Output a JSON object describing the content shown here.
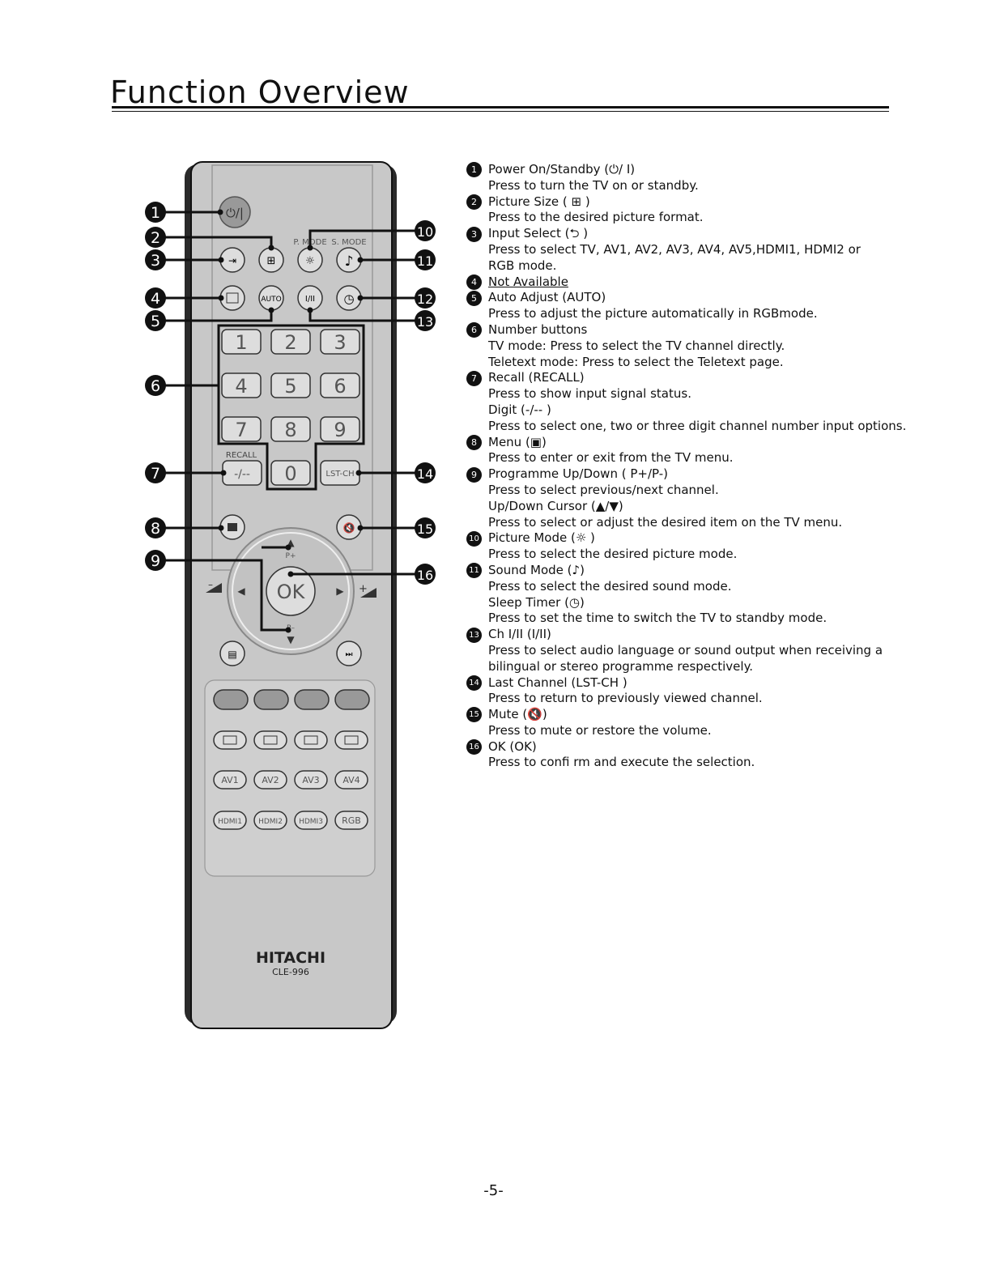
{
  "title": "Function Overview",
  "page_number": "-5-",
  "remote": {
    "brand": "HITACHI",
    "model": "CLE-996",
    "labels": {
      "p_mode": "P. MODE",
      "s_mode": "S. MODE",
      "recall": "RECALL",
      "ok": "OK",
      "p_plus": "P+",
      "p_minus": "P–",
      "auto": "AUTO",
      "ch": "I/II",
      "digit": "-/--",
      "lst_ch": "LST-CH"
    },
    "digits": [
      "1",
      "2",
      "3",
      "4",
      "5",
      "6",
      "7",
      "8",
      "9",
      "0"
    ],
    "av_buttons": [
      "AV1",
      "AV2",
      "AV3",
      "AV4"
    ],
    "hdmi_buttons": [
      "HDMI1",
      "HDMI2",
      "HDMI3",
      "RGB"
    ],
    "callouts": [
      "1",
      "2",
      "3",
      "4",
      "5",
      "6",
      "7",
      "8",
      "9",
      "10",
      "11",
      "12",
      "13",
      "14",
      "15",
      "16"
    ]
  },
  "descriptions": [
    {
      "num": "1",
      "title": "Power On/Standby (⏻/ I)",
      "lines": [
        "Press to turn the TV on or standby."
      ]
    },
    {
      "num": "2",
      "title": "Picture Size ( ⊞ )",
      "lines": [
        "Press to the desired picture format."
      ]
    },
    {
      "num": "3",
      "title": "Input Select (⮌ )",
      "lines": [
        "Press to select TV, AV1, AV2, AV3, AV4, AV5,HDMI1, HDMI2 or",
        "RGB mode."
      ]
    },
    {
      "num": "4",
      "title": "Not Available",
      "lines": []
    },
    {
      "num": "5",
      "title": "Auto Adjust (AUTO)",
      "lines": [
        "Press to adjust the picture automatically in RGBmode."
      ]
    },
    {
      "num": "6",
      "title": "Number buttons",
      "lines": [
        "TV mode: Press to select the TV channel directly.",
        "Teletext mode: Press to select the Teletext page."
      ]
    },
    {
      "num": "7",
      "title": "Recall (RECALL)",
      "lines": [
        "Press to show input signal status.",
        "Digit (-/-- )",
        "Press to select one, two or three digit channel number input options."
      ]
    },
    {
      "num": "8",
      "title": "Menu (▣)",
      "lines": [
        "Press to enter or exit from the TV menu."
      ]
    },
    {
      "num": "9",
      "title": "Programme Up/Down ( P+/P-)",
      "lines": [
        "Press to select previous/next channel.",
        "Up/Down Cursor (▲/▼)",
        "Press to select or adjust the desired item on the TV menu."
      ]
    },
    {
      "num": "10",
      "title": "Picture Mode (☼ )",
      "lines": [
        "Press to select the desired picture mode."
      ]
    },
    {
      "num": "11",
      "title": "Sound Mode (♪)",
      "lines": [
        "Press to select the desired sound mode.",
        "Sleep Timer (◷)",
        "Press to set the time to switch the TV to standby mode."
      ]
    },
    {
      "num": "13",
      "title": "Ch I/II (I/II)",
      "lines": [
        "Press to select audio language or sound output when receiving a",
        "bilingual or stereo programme respectively."
      ]
    },
    {
      "num": "14",
      "title": "Last Channel (LST-CH )",
      "lines": [
        "Press to return to previously viewed channel."
      ]
    },
    {
      "num": "15",
      "title": "Mute (🔇)",
      "lines": [
        "Press to mute or restore the volume."
      ]
    },
    {
      "num": "16",
      "title": "OK (OK)",
      "lines": [
        "Press to confi rm and execute the selection."
      ]
    }
  ]
}
